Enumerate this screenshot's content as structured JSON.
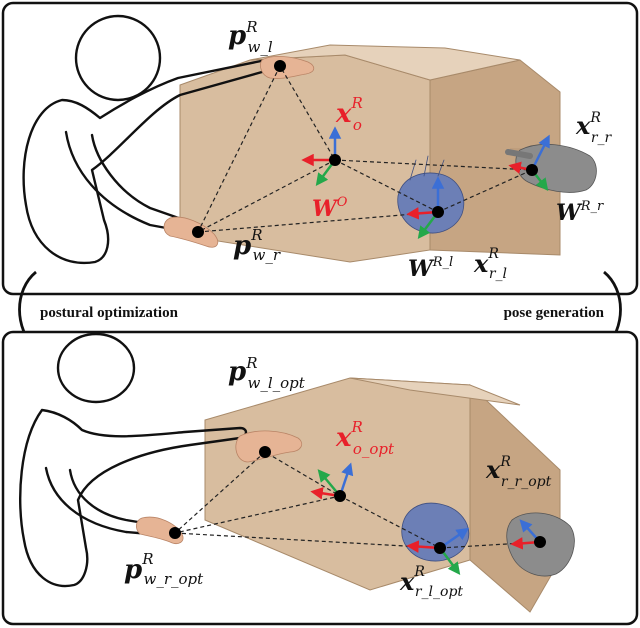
{
  "colors": {
    "frame": "#111111",
    "red_axis": "#e8202a",
    "green_axis": "#24a84a",
    "blue_axis": "#3b6fd6",
    "label_red": "#e8202a",
    "label_black": "#111111",
    "box_light": "#d9bfa3",
    "box_mid": "#c9a887",
    "box_dark": "#b89474"
  },
  "arrows": {
    "left_caption": "postural optimization",
    "right_caption": "pose generation"
  },
  "top_panel": {
    "labels": {
      "p_w_l": {
        "base": "p",
        "sup": "R",
        "sub": "w_l"
      },
      "p_w_r": {
        "base": "p",
        "sup": "R",
        "sub": "w_r"
      },
      "x_o": {
        "base": "x",
        "sup": "R",
        "sub": "o"
      },
      "W_o": {
        "base": "W",
        "sup": "O"
      },
      "x_r_r": {
        "base": "x",
        "sup": "R",
        "sub": "r_r"
      },
      "W_r_r": {
        "base": "W",
        "sup": "R_r"
      },
      "W_r_l": {
        "base": "W",
        "sup": "R_l"
      },
      "x_r_l": {
        "base": "x",
        "sup": "R",
        "sub": "r_l"
      }
    }
  },
  "bottom_panel": {
    "labels": {
      "p_w_l_opt": {
        "base": "p",
        "sup": "R",
        "sub": "w_l_opt"
      },
      "x_o_opt": {
        "base": "x",
        "sup": "R",
        "sub": "o_opt"
      },
      "x_r_r_opt": {
        "base": "x",
        "sup": "R",
        "sub": "r_r_opt"
      },
      "p_w_r_opt": {
        "base": "p",
        "sup": "R",
        "sub": "w_r_opt"
      },
      "x_r_l_opt": {
        "base": "x",
        "sup": "R",
        "sub": "r_l_opt"
      }
    }
  },
  "icons": {
    "person": "person-outline-icon",
    "box": "cardboard-box-icon",
    "hand": "human-hand-icon",
    "glove": "robot-glove-icon",
    "frame": "coordinate-frame-icon",
    "curved_arrow": "curved-arrow-down-icon"
  }
}
